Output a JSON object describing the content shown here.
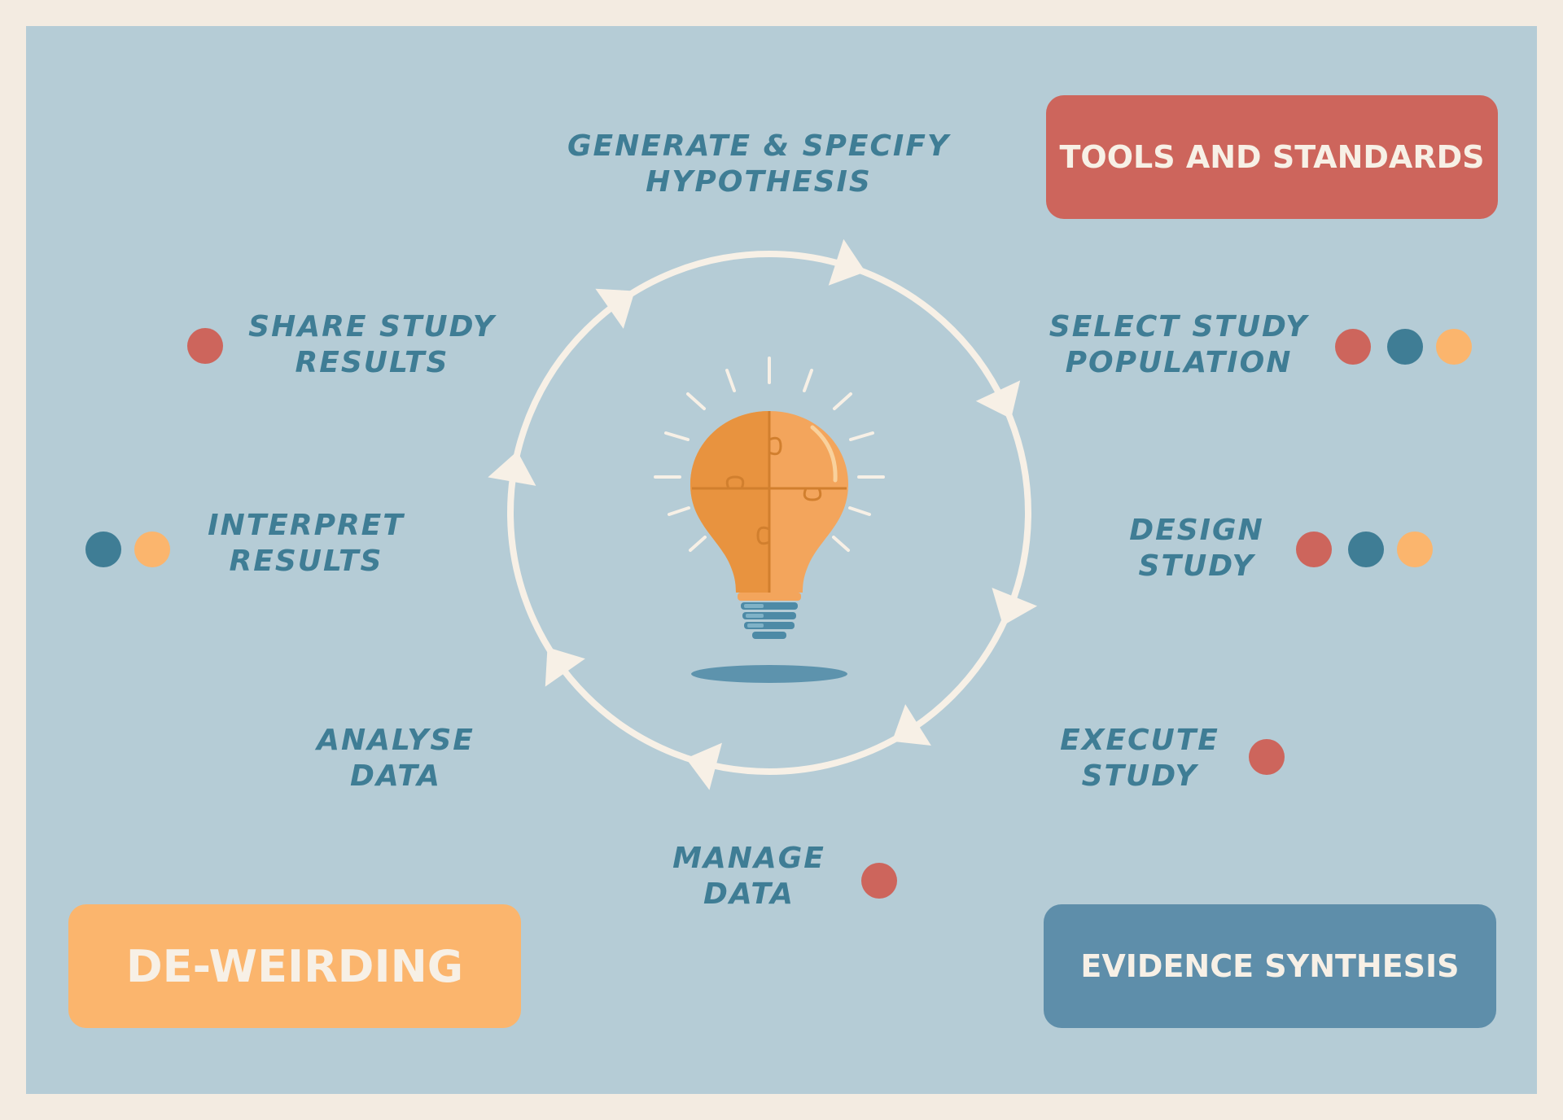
{
  "colors": {
    "background": "#b5ccd6",
    "border": "#f3ebe1",
    "label_text": "#3f7d95",
    "tools_and_standards": "#cd655c",
    "evidence_synthesis": "#5e8eaa",
    "de_weirding": "#fbb56d",
    "cycle_ring": "#f7f0e6"
  },
  "stages": [
    {
      "id": "generate",
      "lines": [
        "GENERATE & SPECIFY",
        "HYPOTHESIS"
      ],
      "dots": []
    },
    {
      "id": "select",
      "lines": [
        "SELECT STUDY",
        "POPULATION"
      ],
      "dots": [
        "tools_and_standards",
        "evidence_synthesis",
        "de_weirding"
      ]
    },
    {
      "id": "design",
      "lines": [
        "DESIGN",
        "STUDY"
      ],
      "dots": [
        "tools_and_standards",
        "evidence_synthesis",
        "de_weirding"
      ]
    },
    {
      "id": "execute",
      "lines": [
        "EXECUTE",
        "STUDY"
      ],
      "dots": [
        "tools_and_standards"
      ]
    },
    {
      "id": "manage",
      "lines": [
        "MANAGE",
        "DATA"
      ],
      "dots": [
        "tools_and_standards"
      ]
    },
    {
      "id": "analyse",
      "lines": [
        "ANALYSE",
        "DATA"
      ],
      "dots": []
    },
    {
      "id": "interpret",
      "lines": [
        "INTERPRET",
        "RESULTS"
      ],
      "dots": [
        "evidence_synthesis",
        "de_weirding"
      ]
    },
    {
      "id": "share",
      "lines": [
        "SHARE STUDY",
        "RESULTS"
      ],
      "dots": [
        "tools_and_standards"
      ]
    }
  ],
  "legend": {
    "tools_and_standards": "TOOLS AND STANDARDS",
    "evidence_synthesis": "EVIDENCE SYNTHESIS",
    "de_weirding": "DE-WEIRDING"
  },
  "center_icon": "lightbulb-puzzle-icon"
}
